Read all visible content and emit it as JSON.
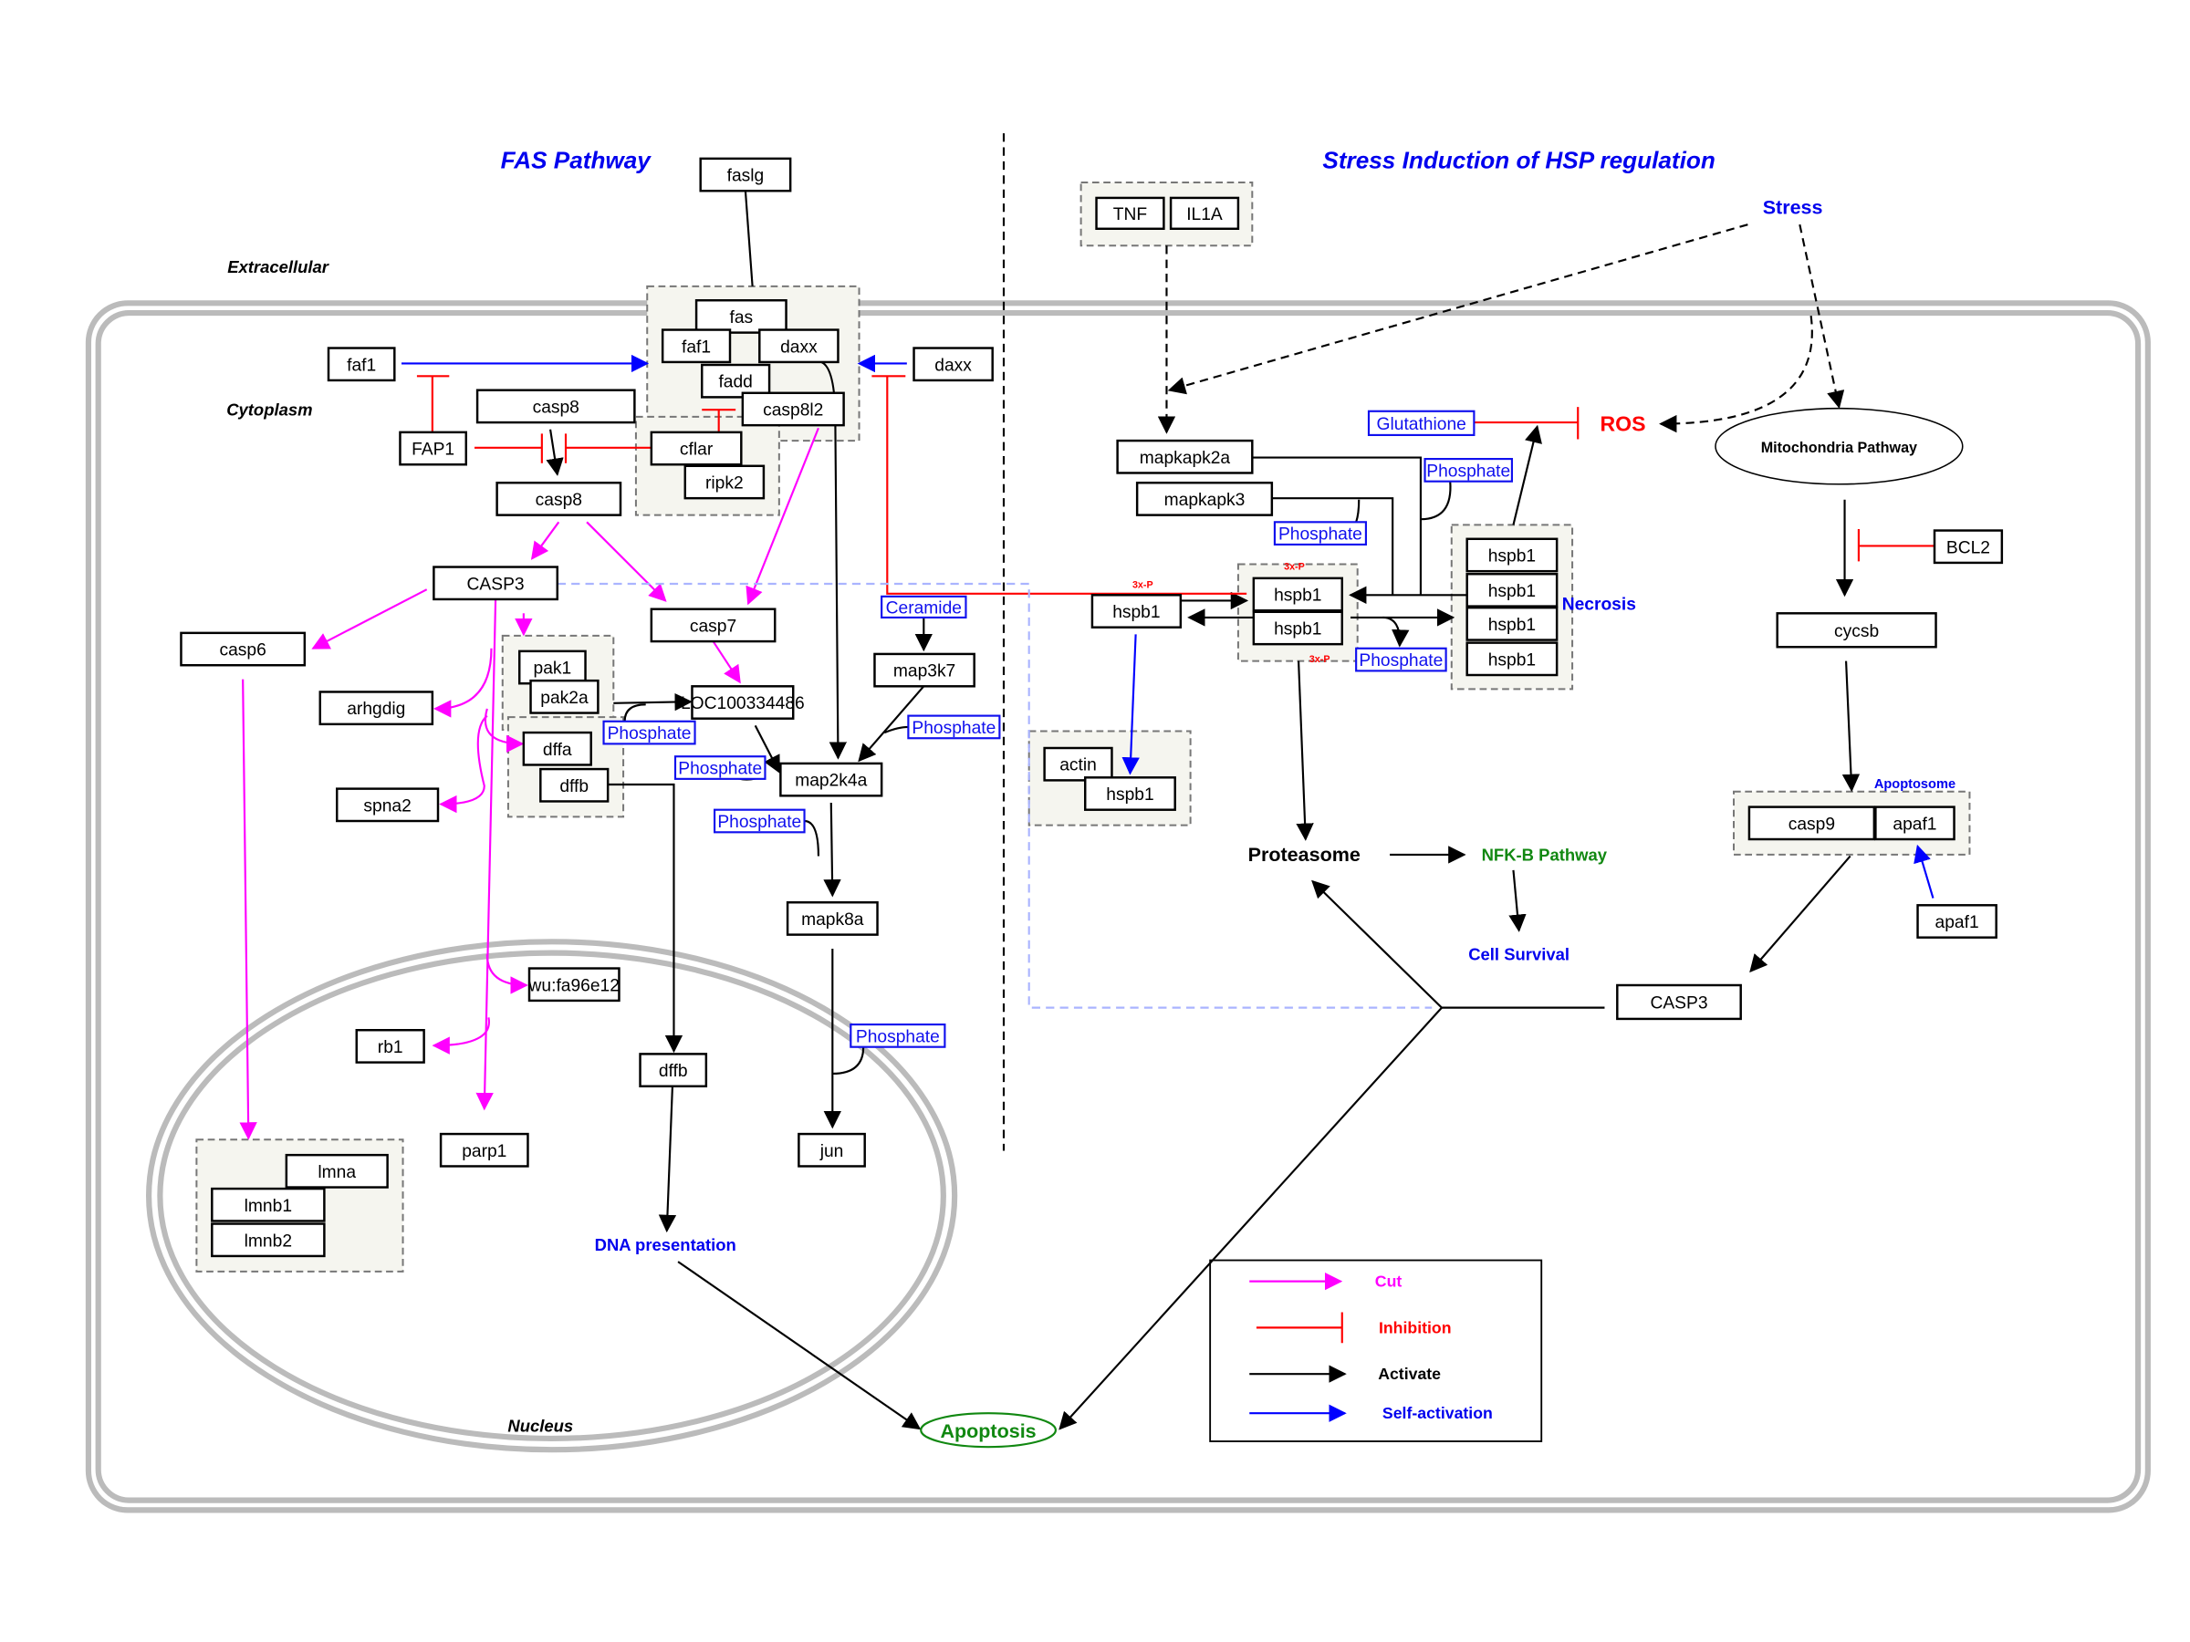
{
  "titles": {
    "fas_pathway": "FAS Pathway",
    "stress_pathway": "Stress Induction of HSP regulation"
  },
  "compartments": {
    "extracellular": "Extracellular",
    "cytoplasm": "Cytoplasm",
    "nucleus": "Nucleus"
  },
  "genes": {
    "faslg": "faslg",
    "fas": "fas",
    "faf1_c": "faf1",
    "daxx_c": "daxx",
    "fadd": "fadd",
    "casp8l2": "casp8l2",
    "faf1": "faf1",
    "daxx": "daxx",
    "casp8_a": "casp8",
    "fap1": "FAP1",
    "cflar": "cflar",
    "ripk2": "ripk2",
    "casp8_b": "casp8",
    "casp3": "CASP3",
    "casp7": "casp7",
    "casp6": "casp6",
    "pak1": "pak1",
    "pak2a": "pak2a",
    "dffa": "dffa",
    "dffb": "dffb",
    "arhgdig": "arhgdig",
    "spna2": "spna2",
    "loc": "LOC100334486",
    "map3k7": "map3k7",
    "map2k4a": "map2k4a",
    "mapk8a": "mapk8a",
    "jun": "jun",
    "dffb_n": "dffb",
    "wu": "wu:fa96e12",
    "rb1": "rb1",
    "parp1": "parp1",
    "lmna": "lmna",
    "lmnb1": "lmnb1",
    "lmnb2": "lmnb2",
    "tnf": "TNF",
    "il1a": "IL1A",
    "mapkapk2a": "mapkapk2a",
    "mapkapk3": "mapkapk3",
    "hspb1_l": "hspb1",
    "hspb1_c1": "hspb1",
    "hspb1_c2": "hspb1",
    "hspb1_s1": "hspb1",
    "hspb1_s2": "hspb1",
    "hspb1_s3": "hspb1",
    "hspb1_s4": "hspb1",
    "actin": "actin",
    "hspb1_a": "hspb1",
    "bcl2": "BCL2",
    "cycsb": "cycsb",
    "casp9": "casp9",
    "apaf1_c": "apaf1",
    "apaf1": "apaf1",
    "casp3_r": "CASP3"
  },
  "small_molecules": {
    "phos1": "Phosphate",
    "phos2": "Phosphate",
    "phos3": "Phosphate",
    "phos4": "Phosphate",
    "phos5": "Phosphate",
    "ceramide": "Ceramide",
    "glutathione": "Glutathione",
    "phos6": "Phosphate",
    "phos7": "Phosphate",
    "phos8": "Phosphate"
  },
  "labels": {
    "stress": "Stress",
    "ros": "ROS",
    "mitochondria": "Mitochondria Pathway",
    "necrosis": "Necrosis",
    "apoptosome": "Apoptosome",
    "proteasome": "Proteasome",
    "nfkb": "NFK-B Pathway",
    "cell_survival": "Cell Survival",
    "dna_presentation": "DNA presentation",
    "apoptosis": "Apoptosis",
    "p3x_a": "3x-P",
    "p3x_b": "3x-P",
    "p3x_c": "3x-P"
  },
  "legend": {
    "cut": "Cut",
    "inhibition": "Inhibition",
    "activate": "Activate",
    "self_activation": "Self-activation"
  },
  "colors": {
    "cut": "#ff00ff",
    "inhibition": "#ff0000",
    "activate": "#000000",
    "self_activation": "#0000ff",
    "title": "#0000ee",
    "green": "#118811",
    "membrane": "#bbbbbb"
  }
}
